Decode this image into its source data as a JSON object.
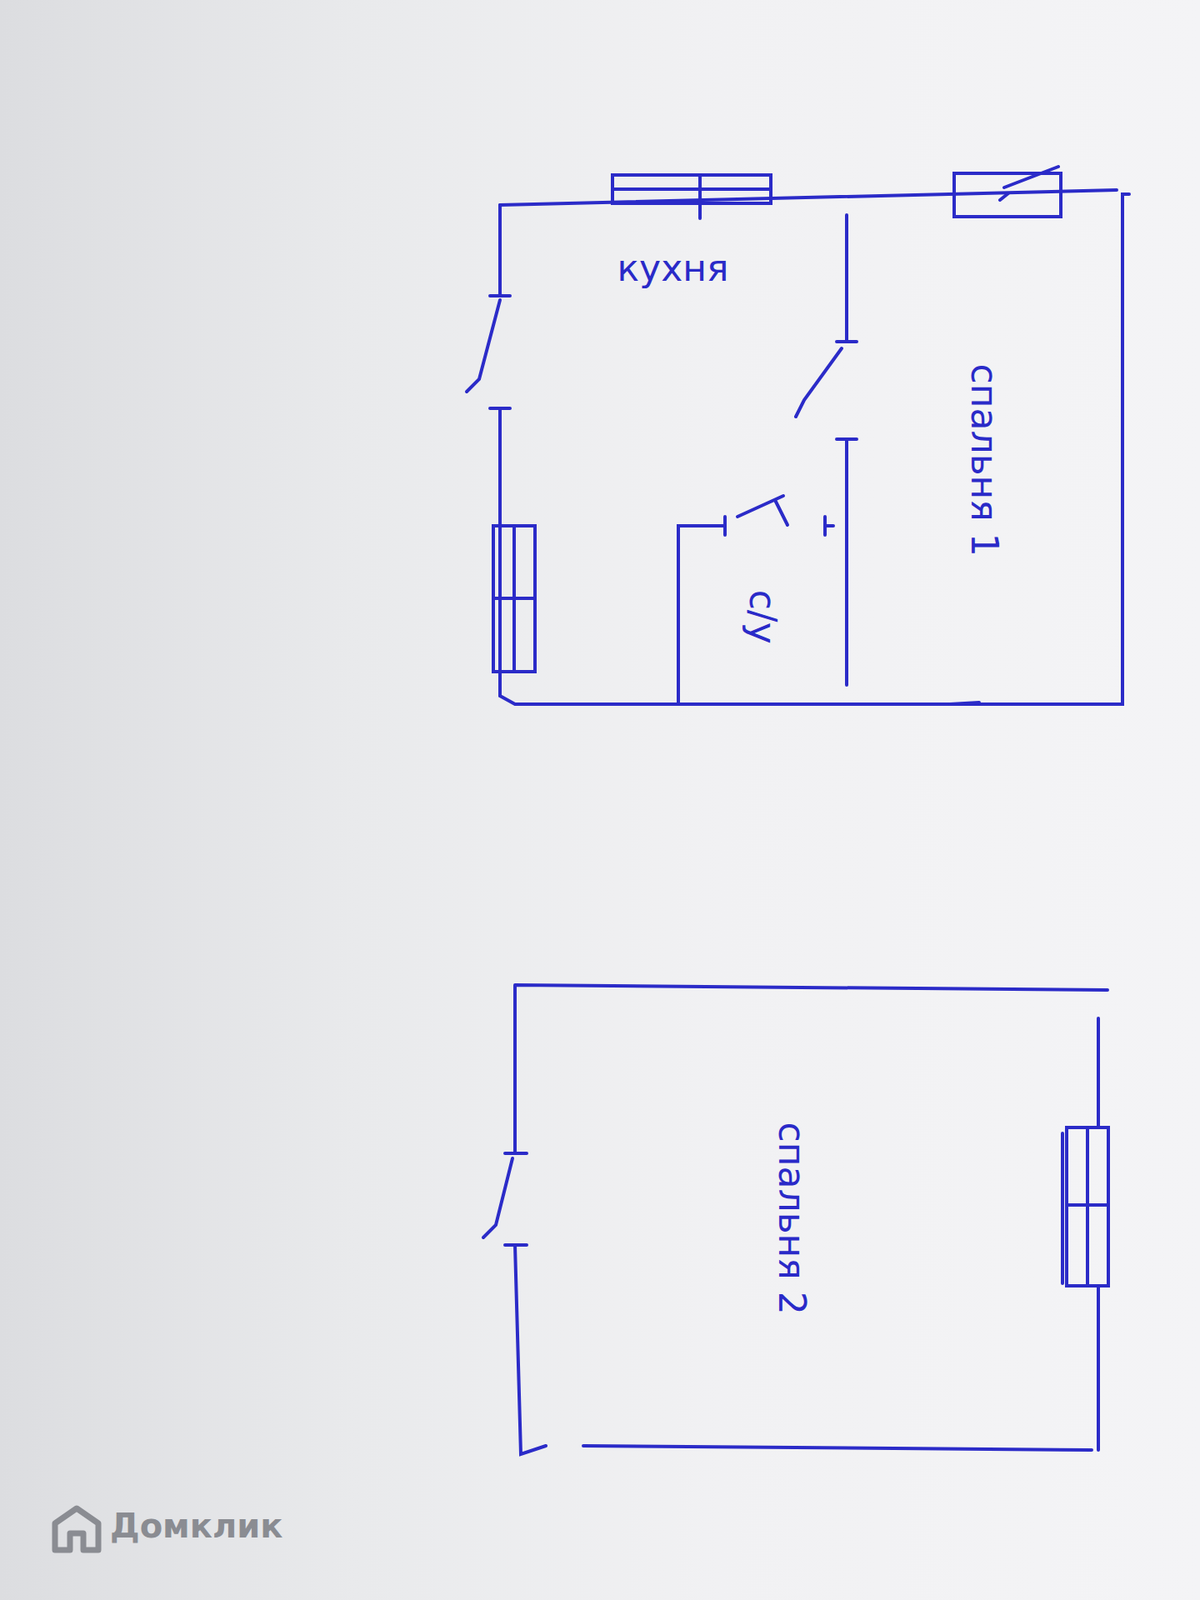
{
  "diagram": {
    "nodes": [
      {
        "text": [
          "кухня"
        ]
      },
      {
        "text": [
          "с/у"
        ],
        "in": 0
      },
      {
        "text": [
          "спальня 1"
        ]
      },
      {
        "text": [
          "спальня 2"
        ]
      }
    ],
    "labels": [
      "Домклик"
    ]
  }
}
